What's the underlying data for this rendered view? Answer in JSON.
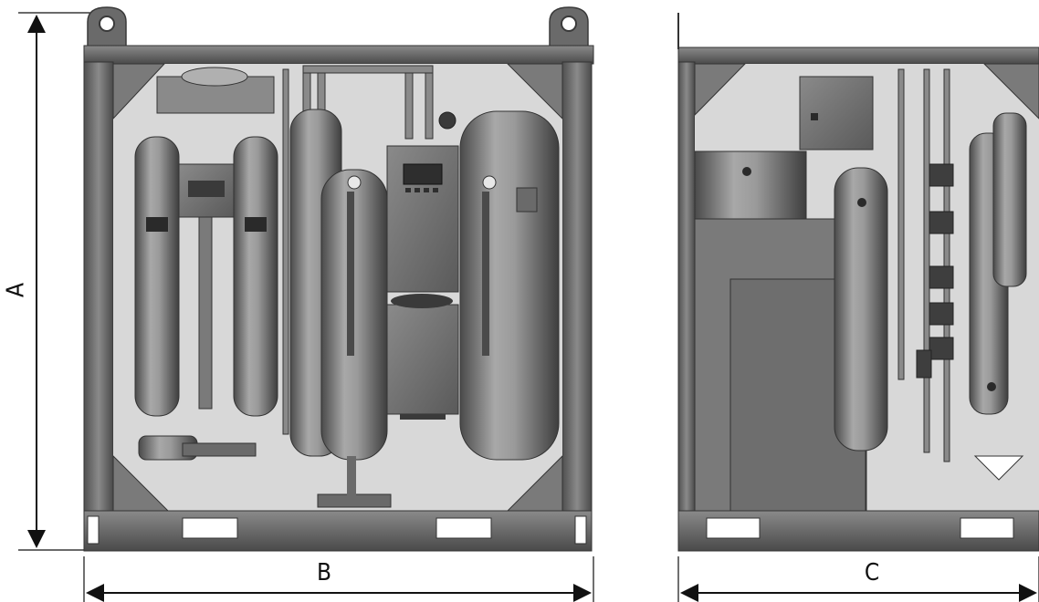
{
  "dimensions": {
    "a": "A",
    "b": "B",
    "c": "C"
  },
  "views": [
    "front-view",
    "side-view"
  ],
  "colors": {
    "frame": "#6a6a6a",
    "frame_dark": "#3e3e3e",
    "tank_light": "#a8a8a8",
    "tank_mid": "#7a7a7a",
    "tank_dark": "#4a4a4a",
    "background": "#ffffff",
    "dimension_line": "#111111"
  }
}
